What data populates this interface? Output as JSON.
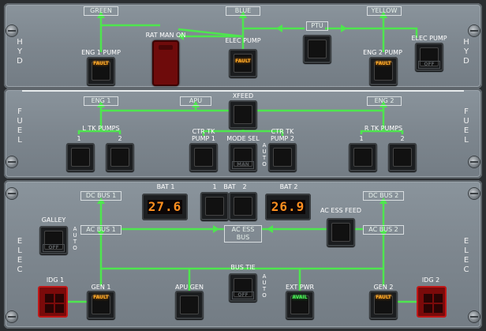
{
  "hyd": {
    "side": "HYD",
    "green": "GREEN",
    "blue": "BLUE",
    "yellow": "YELLOW",
    "ptu": "PTU",
    "rat": "RAT MAN ON",
    "eng1": "ENG 1 PUMP",
    "elec_blue": "ELEC PUMP",
    "eng2": "ENG 2 PUMP",
    "elec_yellow": "ELEC PUMP",
    "fault": "FAULT",
    "off": "OFF"
  },
  "fuel": {
    "side": "FUEL",
    "eng1": "ENG 1",
    "apu": "APU",
    "eng2": "ENG 2",
    "xfeed": "XFEED",
    "ltk": "L TK PUMPS",
    "rtk": "R TK PUMPS",
    "ctr1": "CTR TK\nPUMP 1",
    "ctr2": "CTR TK\nPUMP 2",
    "modesel": "MODE SEL",
    "auto": "AUTO",
    "n1": "1",
    "n2": "2",
    "man": "MAN"
  },
  "elec": {
    "side": "ELEC",
    "bat1": "BAT 1",
    "bat2": "BAT 2",
    "bat_label": "BAT",
    "bat1_value": "27.6",
    "bat2_value": "26.9",
    "dc1": "DC BUS 1",
    "dc2": "DC BUS 2",
    "ac1": "AC BUS 1",
    "ac2": "AC BUS 2",
    "acess": "AC ESS BUS",
    "acessfeed": "AC ESS FEED",
    "galley": "GALLEY",
    "auto": "AUTO",
    "idg1": "IDG 1",
    "idg2": "IDG 2",
    "gen1": "GEN 1",
    "gen2": "GEN 2",
    "apugen": "APU GEN",
    "bustie": "BUS TIE",
    "extpwr": "EXT PWR",
    "avail": "AVAIL",
    "fault": "FAULT",
    "off": "OFF",
    "n1": "1",
    "n2": "2"
  },
  "colors": {
    "line": "#4ee64e",
    "fault": "#ffae2b",
    "avail": "#4df25a",
    "lcd": "#ff8f1f"
  }
}
